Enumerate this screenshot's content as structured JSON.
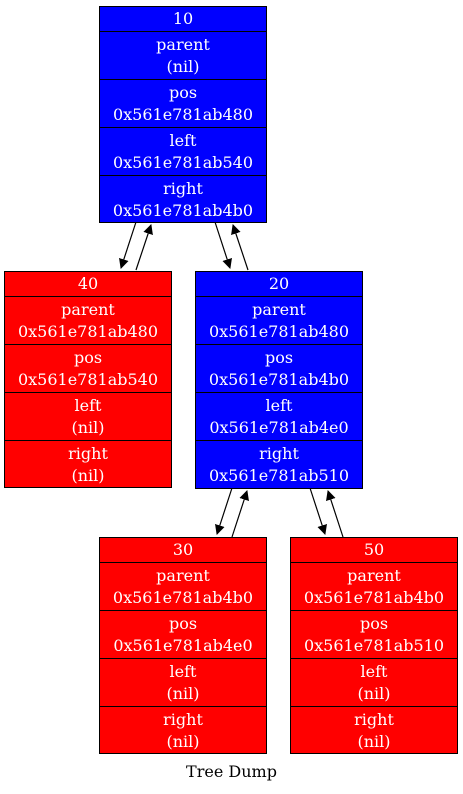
{
  "colors": {
    "black_node": "#0000ff",
    "red_node": "#ff0000",
    "text": "#ffffff"
  },
  "caption": "Tree Dump",
  "nodes": [
    {
      "id": "n10",
      "key": "10",
      "color": "#0000ff",
      "parent": "(nil)",
      "pos": "0x561e781ab480",
      "left": "0x561e781ab540",
      "right": "0x561e781ab4b0",
      "labels": {
        "parent": "parent",
        "pos": "pos",
        "left": "left",
        "right": "right"
      }
    },
    {
      "id": "n40",
      "key": "40",
      "color": "#ff0000",
      "parent": "0x561e781ab480",
      "pos": "0x561e781ab540",
      "left": "(nil)",
      "right": "(nil)",
      "labels": {
        "parent": "parent",
        "pos": "pos",
        "left": "left",
        "right": "right"
      }
    },
    {
      "id": "n20",
      "key": "20",
      "color": "#0000ff",
      "parent": "0x561e781ab480",
      "pos": "0x561e781ab4b0",
      "left": "0x561e781ab4e0",
      "right": "0x561e781ab510",
      "labels": {
        "parent": "parent",
        "pos": "pos",
        "left": "left",
        "right": "right"
      }
    },
    {
      "id": "n30",
      "key": "30",
      "color": "#ff0000",
      "parent": "0x561e781ab4b0",
      "pos": "0x561e781ab4e0",
      "left": "(nil)",
      "right": "(nil)",
      "labels": {
        "parent": "parent",
        "pos": "pos",
        "left": "left",
        "right": "right"
      }
    },
    {
      "id": "n50",
      "key": "50",
      "color": "#ff0000",
      "parent": "0x561e781ab4b0",
      "pos": "0x561e781ab510",
      "left": "(nil)",
      "right": "(nil)",
      "labels": {
        "parent": "parent",
        "pos": "pos",
        "left": "left",
        "right": "right"
      }
    }
  ]
}
